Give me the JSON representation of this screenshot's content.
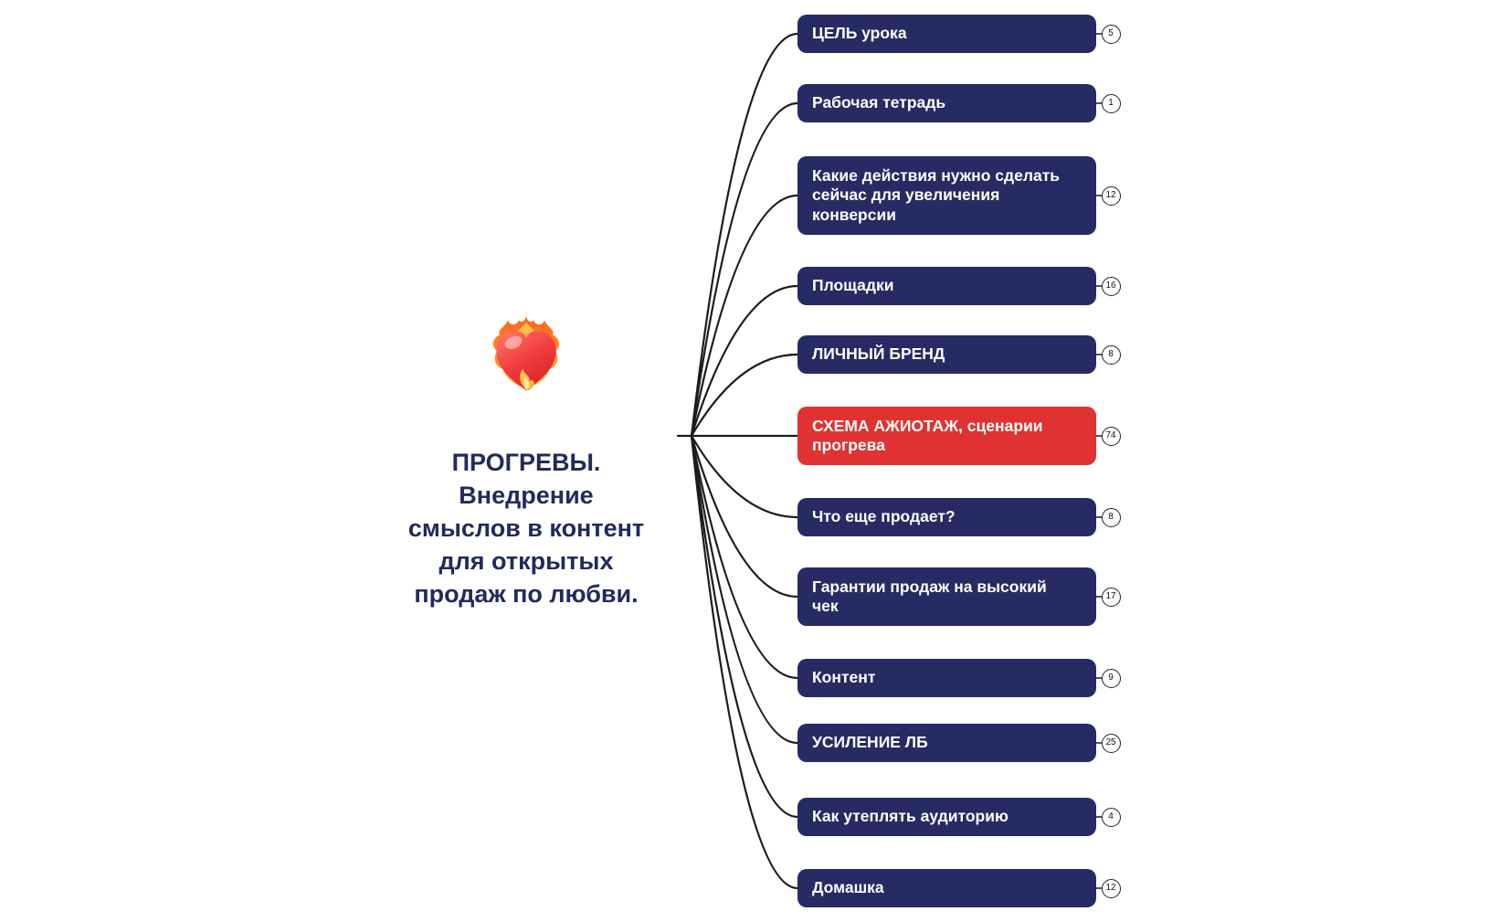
{
  "central": {
    "emoji": "heart-on-fire",
    "title_lines": [
      "ПРОГРЕВЫ.",
      "Внедрение",
      "смыслов в контент",
      "для открытых",
      "продаж по любви."
    ]
  },
  "branches": [
    {
      "label": "ЦЕЛЬ урока",
      "badge": "5",
      "color": "navy"
    },
    {
      "label": "Рабочая тетрадь",
      "badge": "1",
      "color": "navy"
    },
    {
      "label": "Какие действия нужно сделать\nсейчас для увеличения\nконверсии",
      "badge": "12",
      "color": "navy"
    },
    {
      "label": "Площадки",
      "badge": "16",
      "color": "navy"
    },
    {
      "label": "ЛИЧНЫЙ БРЕНД",
      "badge": "8",
      "color": "navy"
    },
    {
      "label": "СХЕМА АЖИОТАЖ, сценарии\nпрогрева",
      "badge": "74",
      "color": "red"
    },
    {
      "label": "Что еще продает?",
      "badge": "8",
      "color": "navy"
    },
    {
      "label": "Гарантии продаж на высокий\nчек",
      "badge": "17",
      "color": "navy"
    },
    {
      "label": "Контент",
      "badge": "9",
      "color": "navy"
    },
    {
      "label": "УСИЛЕНИЕ ЛБ",
      "badge": "25",
      "color": "navy"
    },
    {
      "label": "Как утеплять аудиторию",
      "badge": "4",
      "color": "navy"
    },
    {
      "label": "Домашка",
      "badge": "12",
      "color": "navy"
    }
  ],
  "colors": {
    "background": "#FFFFFF",
    "node_navy": "#262B63",
    "node_red": "#E03232",
    "node_text": "#FFFFFF",
    "central_text": "#232A5C",
    "line": "#1C1C1C",
    "badge_bg": "#FFFFFF",
    "badge_border": "#222222",
    "badge_text": "#111111"
  }
}
